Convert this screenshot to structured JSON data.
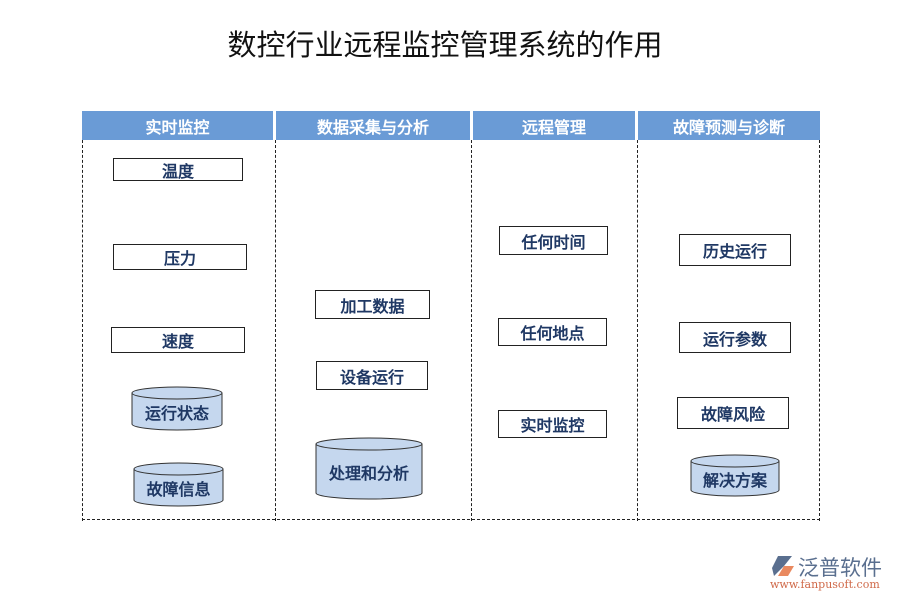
{
  "title": "数控行业远程监控管理系统的作用",
  "colors": {
    "header": "#6a9bd6",
    "text": "#1f3864",
    "cylinder": "#c5d7ee"
  },
  "columns": [
    {
      "header": "实时监控",
      "boxes": [
        "温度",
        "压力",
        "速度"
      ],
      "cylinders": [
        "运行状态",
        "故障信息"
      ]
    },
    {
      "header": "数据采集与分析",
      "boxes": [
        "加工数据",
        "设备运行"
      ],
      "cylinders": [
        "处理和分析"
      ]
    },
    {
      "header": "远程管理",
      "boxes": [
        "任何时间",
        "任何地点",
        "实时监控"
      ],
      "cylinders": []
    },
    {
      "header": "故障预测与诊断",
      "boxes": [
        "历史运行",
        "运行参数",
        "故障风险"
      ],
      "cylinders": [
        "解决方案"
      ]
    }
  ],
  "logo": {
    "name": "泛普软件",
    "url": "www.fanpusoft.com"
  }
}
